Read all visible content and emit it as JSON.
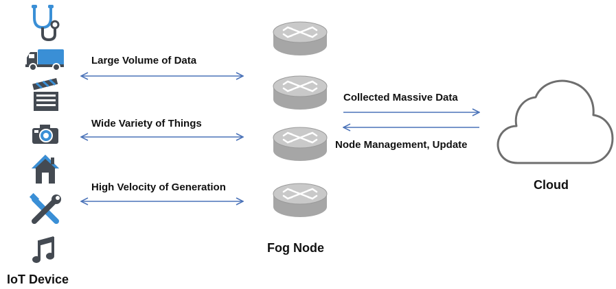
{
  "iot": {
    "title": "IoT Device",
    "devices": [
      "stethoscope-icon",
      "truck-icon",
      "clapperboard-icon",
      "camera-icon",
      "house-icon",
      "tools-icon",
      "music-note-icon"
    ]
  },
  "links": [
    {
      "label": "Large Volume of Data"
    },
    {
      "label": "Wide Variety of Things"
    },
    {
      "label": "High Velocity of Generation"
    }
  ],
  "fog": {
    "title": "Fog Node",
    "router_count": 4
  },
  "cloud_links": {
    "upstream_label": "Collected Massive Data",
    "downstream_label": "Node Management, Update"
  },
  "cloud": {
    "title": "Cloud"
  },
  "colors": {
    "arrow": "#4a72b8",
    "icon_blue": "#3a8fd6",
    "icon_dark": "#444a52",
    "router_top": "#c9c9c9",
    "router_side": "#a6a6a6",
    "cloud_stroke": "#6e6e6e"
  }
}
